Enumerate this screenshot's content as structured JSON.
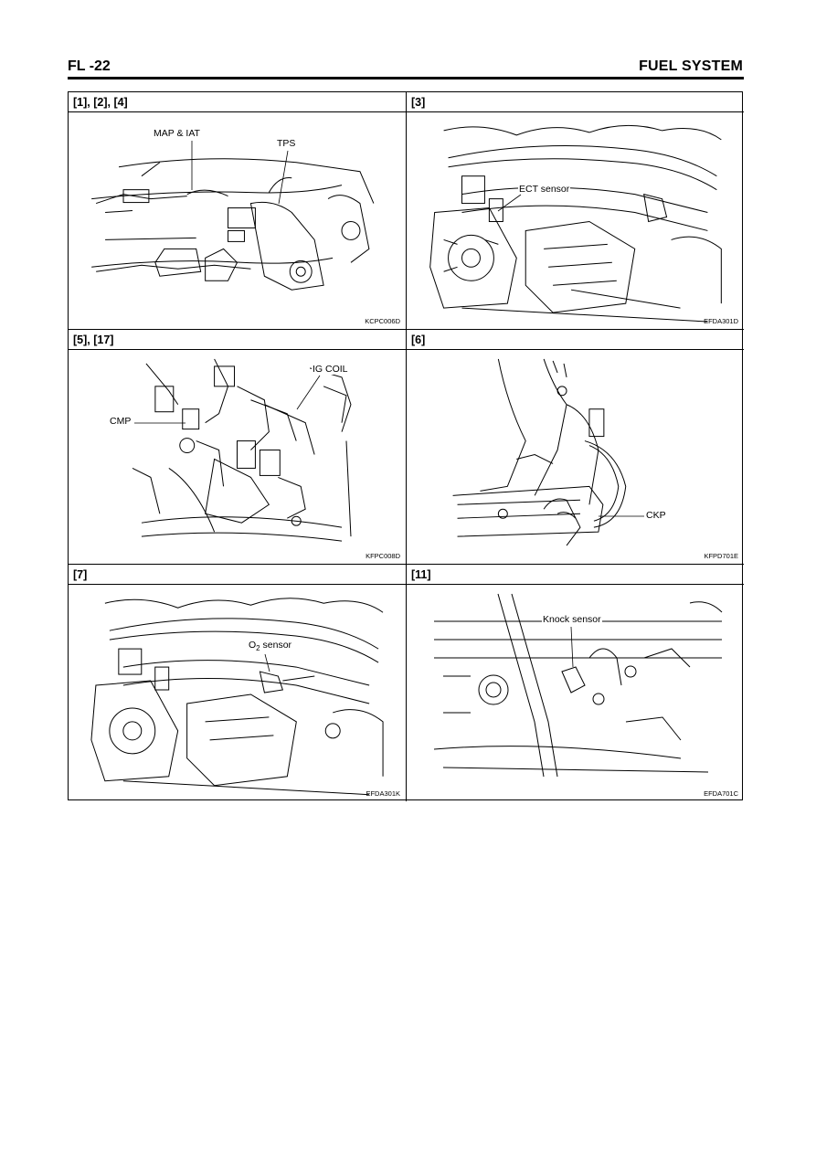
{
  "header": {
    "page": "FL -22",
    "section": "FUEL SYSTEM"
  },
  "panels": [
    {
      "title": "[1], [2], [4]",
      "code": "KCPC006D",
      "labels": [
        "MAP & IAT",
        "TPS"
      ]
    },
    {
      "title": "[3]",
      "code": "EFDA301D",
      "labels": [
        "ECT sensor"
      ]
    },
    {
      "title": "[5], [17]",
      "code": "KFPC008D",
      "labels": [
        "IG COIL",
        "CMP"
      ]
    },
    {
      "title": "[6]",
      "code": "KFPD701E",
      "labels": [
        "CKP"
      ]
    },
    {
      "title": "[7]",
      "code": "EFDA301K",
      "labels": [
        "O",
        "2",
        " sensor"
      ]
    },
    {
      "title": "[11]",
      "code": "EFDA701C",
      "labels": [
        "Knock sensor"
      ]
    }
  ]
}
